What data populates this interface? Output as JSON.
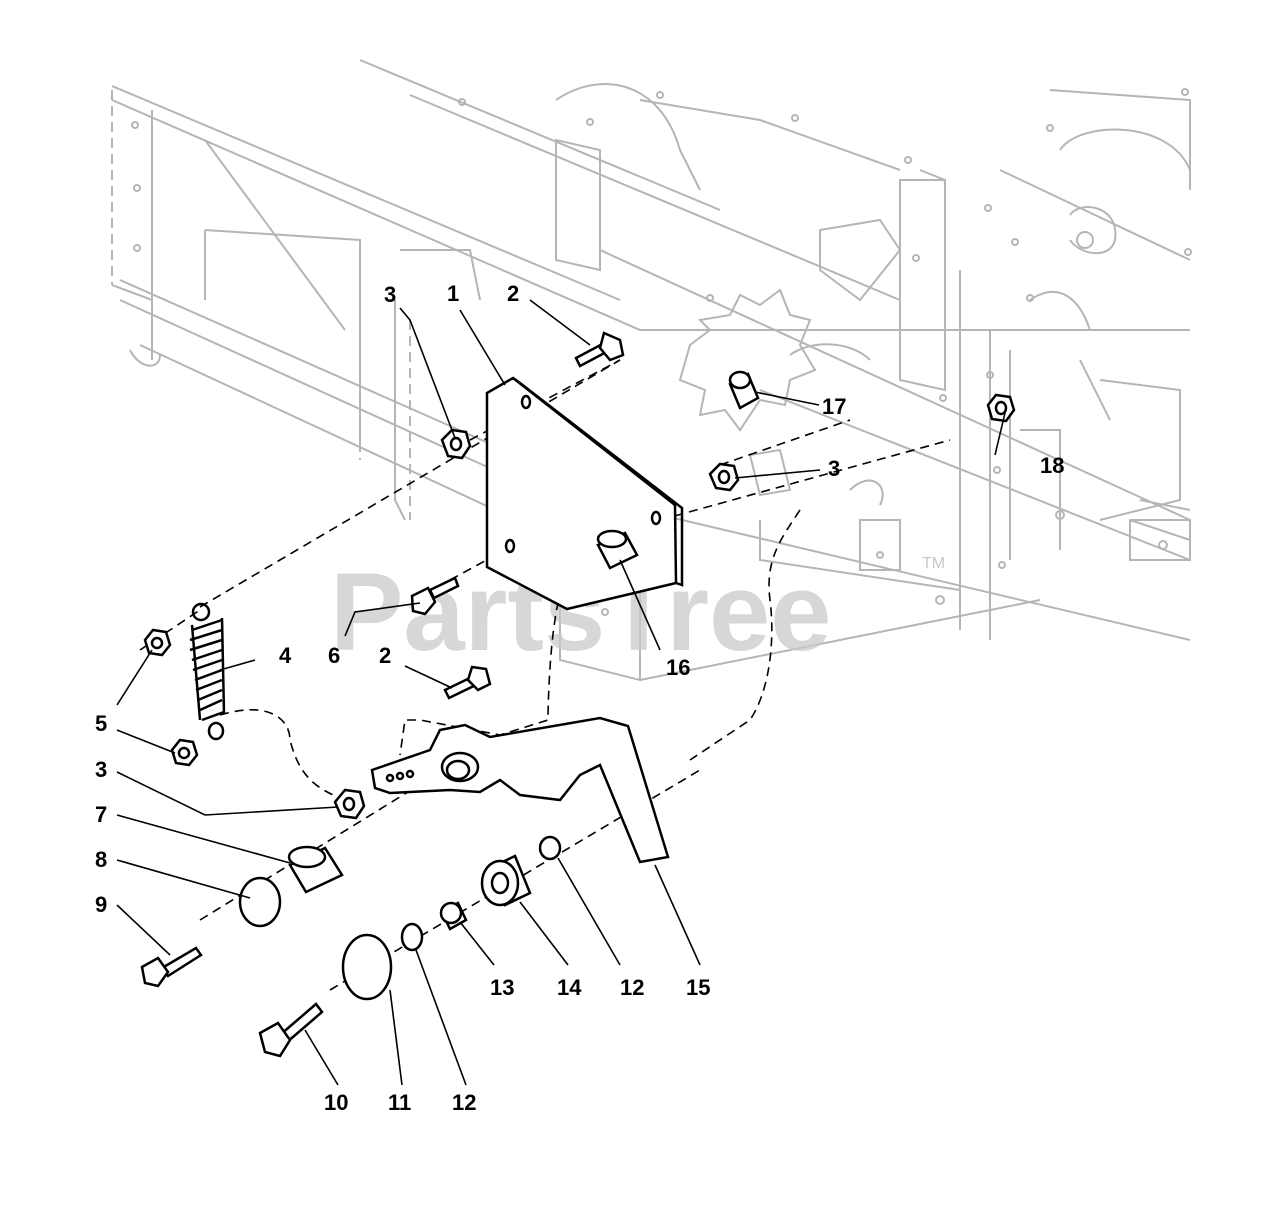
{
  "watermark": {
    "text": "PartsTree",
    "trademark": "TM"
  },
  "callouts": {
    "c1": "1",
    "c2a": "2",
    "c2b": "2",
    "c3a": "3",
    "c3b": "3",
    "c3c": "3",
    "c4": "4",
    "c5": "5",
    "c6": "6",
    "c7": "7",
    "c8": "8",
    "c9": "9",
    "c10": "10",
    "c11": "11",
    "c12a": "12",
    "c12b": "12",
    "c13": "13",
    "c14": "14",
    "c15": "15",
    "c16": "16",
    "c17": "17",
    "c18": "18"
  }
}
